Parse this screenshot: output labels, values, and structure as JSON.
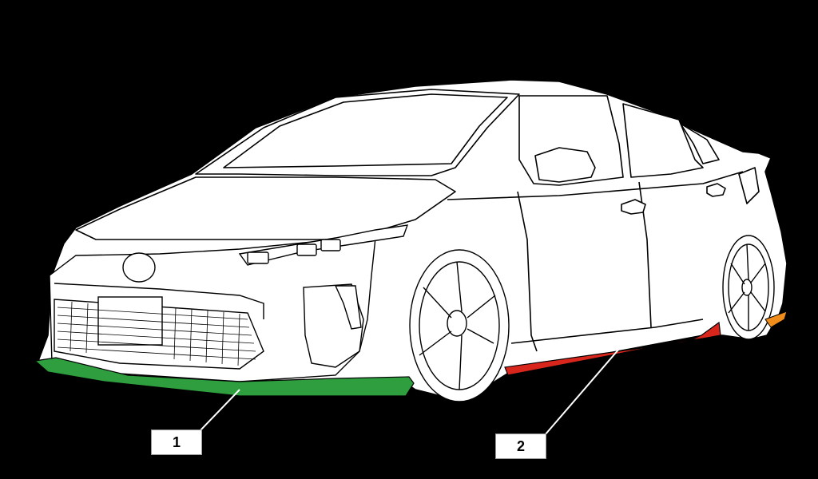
{
  "diagram": {
    "background": "#000000",
    "outline_color": "#000000",
    "body_color": "#ffffff",
    "parts": [
      {
        "id": "1",
        "label": "1",
        "color": "#2e9e3e"
      },
      {
        "id": "2",
        "label": "2",
        "color": "#d9261c"
      }
    ],
    "accent_rear": "#f08c1a"
  }
}
